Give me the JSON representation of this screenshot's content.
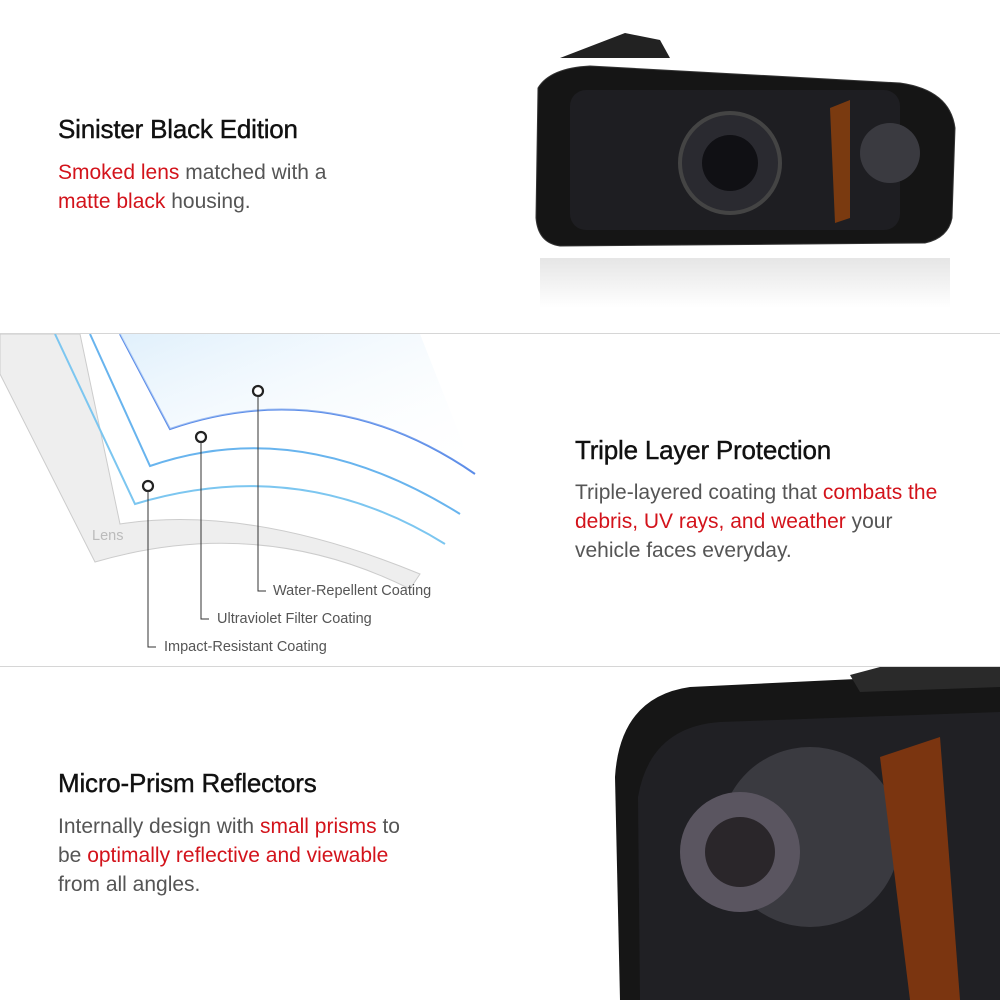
{
  "sections": [
    {
      "title": "Sinister Black Edition",
      "body": [
        {
          "t": "Smoked lens",
          "red": true
        },
        {
          "t": " matched with a ",
          "red": false
        },
        {
          "t": "matte black",
          "red": true
        },
        {
          "t": " housing.",
          "red": false
        }
      ]
    },
    {
      "title": "Triple Layer Protection",
      "body": [
        {
          "t": "Triple-layered coating that ",
          "red": false
        },
        {
          "t": "combats the debris, UV rays, and weather",
          "red": true
        },
        {
          "t": " your vehicle faces everyday.",
          "red": false
        }
      ]
    },
    {
      "title": "Micro-Prism Reflectors",
      "body": [
        {
          "t": "Internally design with ",
          "red": false
        },
        {
          "t": "small prisms",
          "red": true
        },
        {
          "t": " to be ",
          "red": false
        },
        {
          "t": "optimally reflective and viewable",
          "red": true
        },
        {
          "t": " from all angles.",
          "red": false
        }
      ]
    }
  ],
  "diagram": {
    "lens_label": "Lens",
    "layers": [
      "Water-Repellent Coating",
      "Ultraviolet Filter Coating",
      "Impact-Resistant Coating"
    ]
  },
  "colors": {
    "accent": "#d3131b",
    "text": "#555555"
  }
}
